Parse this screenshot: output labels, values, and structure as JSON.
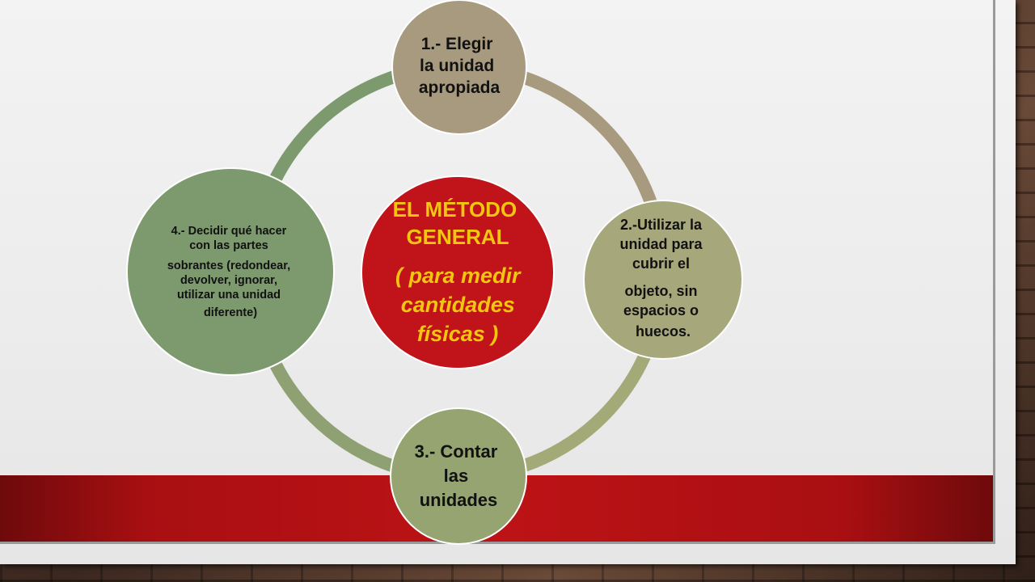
{
  "center": {
    "title_lines": [
      "EL MÉTODO",
      "GENERAL"
    ],
    "subtitle_lines": [
      "( para medir",
      "cantidades",
      "físicas )"
    ]
  },
  "nodes": {
    "step1": [
      "1.- Elegir",
      "la unidad",
      "apropiada"
    ],
    "step2": [
      "2.-Utilizar la",
      "unidad para",
      "cubrir el",
      "objeto, sin",
      "espacios o",
      "huecos."
    ],
    "step3": [
      "3.- Contar",
      "las",
      "unidades"
    ],
    "step4": [
      "4.- Decidir qué hacer",
      "con las partes",
      "sobrantes (redondear,",
      "devolver, ignorar,",
      "utilizar una unidad",
      "diferente)"
    ]
  },
  "colors": {
    "center_fill": "#c0141a",
    "center_text": "#f2c511",
    "step1_fill": "#a89a7e",
    "step2_fill": "#a7a77c",
    "step3_fill": "#96a472",
    "step4_fill": "#7c9a6e",
    "ring_top_right": "#a89a7e",
    "ring_right_bottom": "#a4a978",
    "ring_bottom_left": "#8fa072",
    "ring_left_top": "#7c9a6e",
    "band": "#bd1316"
  }
}
